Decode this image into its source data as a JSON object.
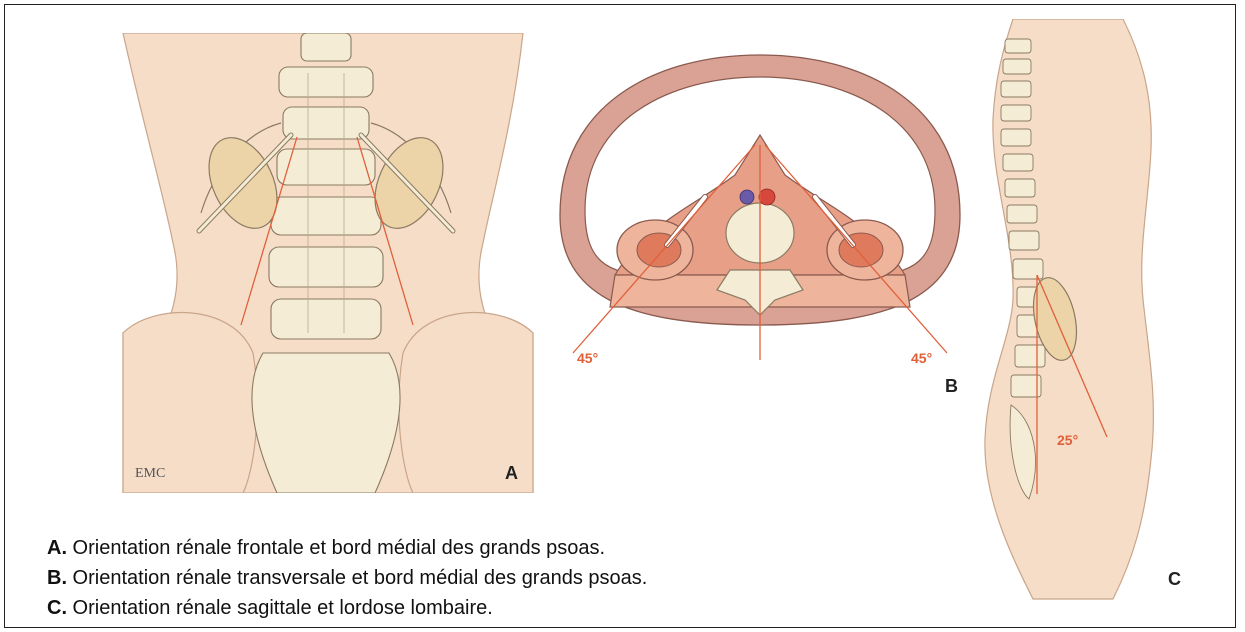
{
  "figure": {
    "panel_a": {
      "letter": "A",
      "signature": "EMC"
    },
    "panel_b": {
      "letter": "B",
      "angle_left": "45°",
      "angle_right": "45°"
    },
    "panel_c": {
      "letter": "C",
      "angle": "25°"
    }
  },
  "caption": {
    "lines": [
      {
        "label": "A.",
        "text": " Orientation rénale frontale et bord médial des grands psoas."
      },
      {
        "label": "B.",
        "text": " Orientation rénale transversale et bord médial des grands psoas."
      },
      {
        "label": "C.",
        "text": " Orientation rénale sagittale et lordose lombaire."
      }
    ]
  },
  "colors": {
    "skin": "#f6ddc8",
    "skin_dark": "#ecc4a6",
    "bone": "#f5ecd6",
    "bone_outline": "#8a7a62",
    "kidney": "#ecd3a8",
    "muscle": "#e7a087",
    "muscle_light": "#efb59c",
    "wall": "#d9a294",
    "axis_line": "#e0603a",
    "vein": "#6a5aa8",
    "artery": "#d8473c"
  }
}
